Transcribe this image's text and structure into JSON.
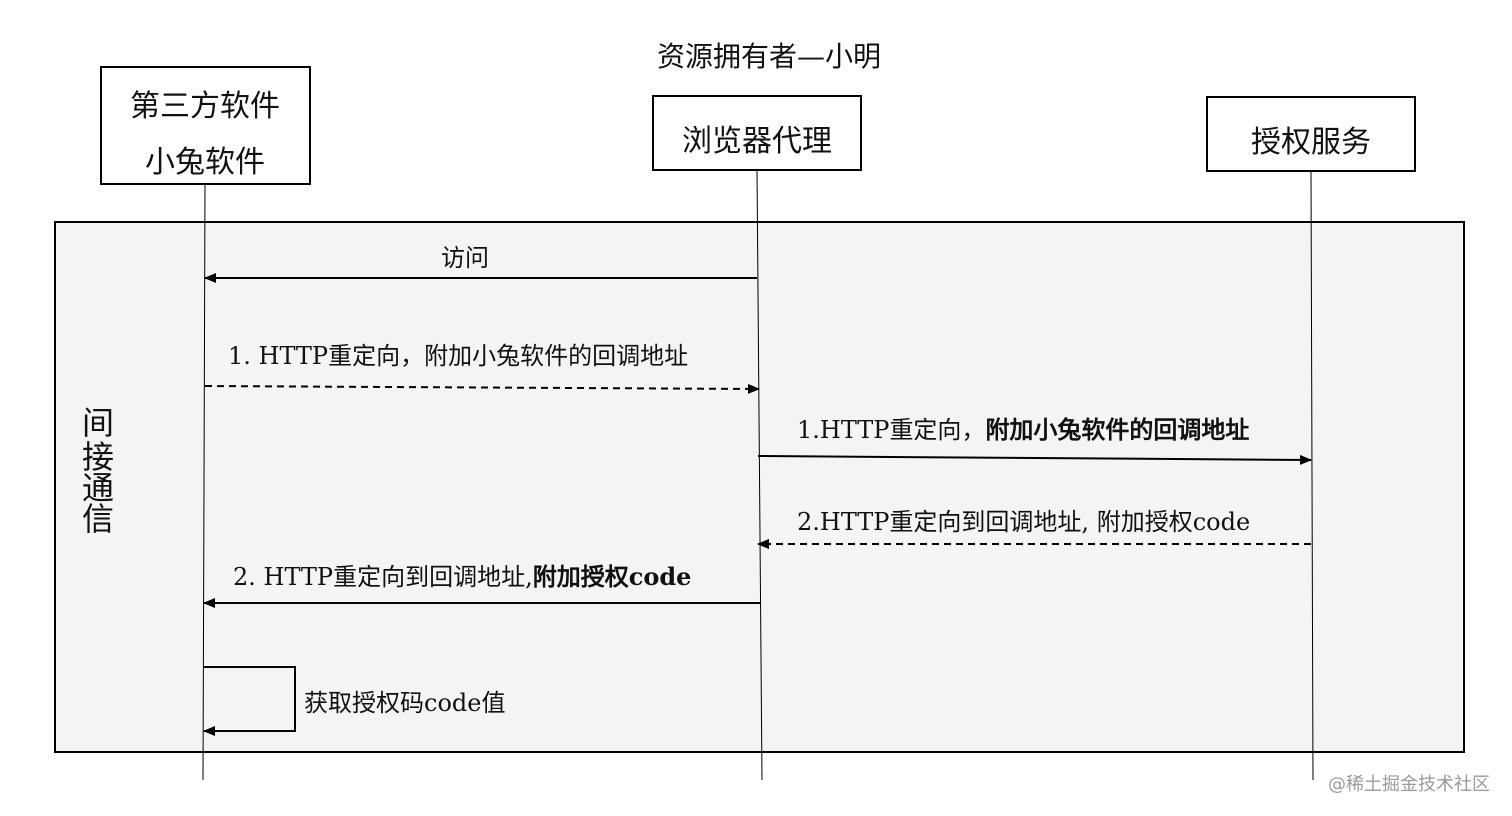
{
  "diagram": {
    "title": "资源拥有者—小明",
    "participants": [
      {
        "lines": [
          "第三方软件",
          "小兔软件"
        ]
      },
      {
        "lines": [
          "浏览器代理"
        ]
      },
      {
        "lines": [
          "授权服务"
        ]
      }
    ],
    "frame_label": "间接通信",
    "frame_label_chars": [
      "间",
      "接",
      "通",
      "信"
    ],
    "messages": [
      {
        "from": "浏览器代理",
        "to": "第三方软件",
        "style": "solid",
        "text": "访问"
      },
      {
        "from": "第三方软件",
        "to": "浏览器代理",
        "style": "dashed",
        "text": "1. HTTP重定向，附加小兔软件的回调地址"
      },
      {
        "from": "浏览器代理",
        "to": "授权服务",
        "style": "solid",
        "text_prefix": "1.HTTP重定向，",
        "text_bold": "附加小兔软件的回调地址"
      },
      {
        "from": "授权服务",
        "to": "浏览器代理",
        "style": "dashed",
        "text": "2.HTTP重定向到回调地址, 附加授权code"
      },
      {
        "from": "浏览器代理",
        "to": "第三方软件",
        "style": "solid",
        "text_prefix": "2. HTTP重定向到回调地址,",
        "text_bold": "附加授权code"
      },
      {
        "from": "第三方软件",
        "to": "第三方软件",
        "style": "self",
        "text": "获取授权码code值"
      }
    ]
  },
  "watermark": "@稀土掘金技术社区"
}
